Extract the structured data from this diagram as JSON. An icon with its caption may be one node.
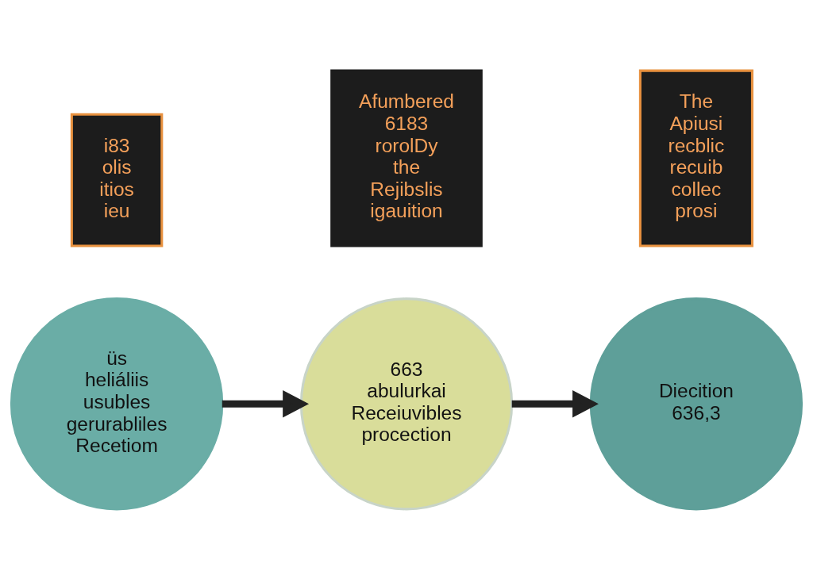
{
  "diagram": {
    "nodes": [
      {
        "text": [
          "üs heliáliis usubles gerurabliles Recetiom"
        ]
      },
      {
        "text": [
          "663 abulurkai Receiuvibles procection"
        ]
      },
      {
        "text": [
          "Diecition 636,3"
        ]
      },
      {
        "text": [
          "i83 olis itios ieu"
        ]
      },
      {
        "text": [
          "Afumbered 6183 rorolDy the Rejibslis igauition"
        ]
      },
      {
        "text": [
          "The Apiusi recblic recuib collec prosi"
        ]
      }
    ],
    "edges": [
      {
        "from": 0,
        "to": 1,
        "arrow": "to"
      },
      {
        "from": 1,
        "to": 2,
        "arrow": "to"
      }
    ]
  }
}
